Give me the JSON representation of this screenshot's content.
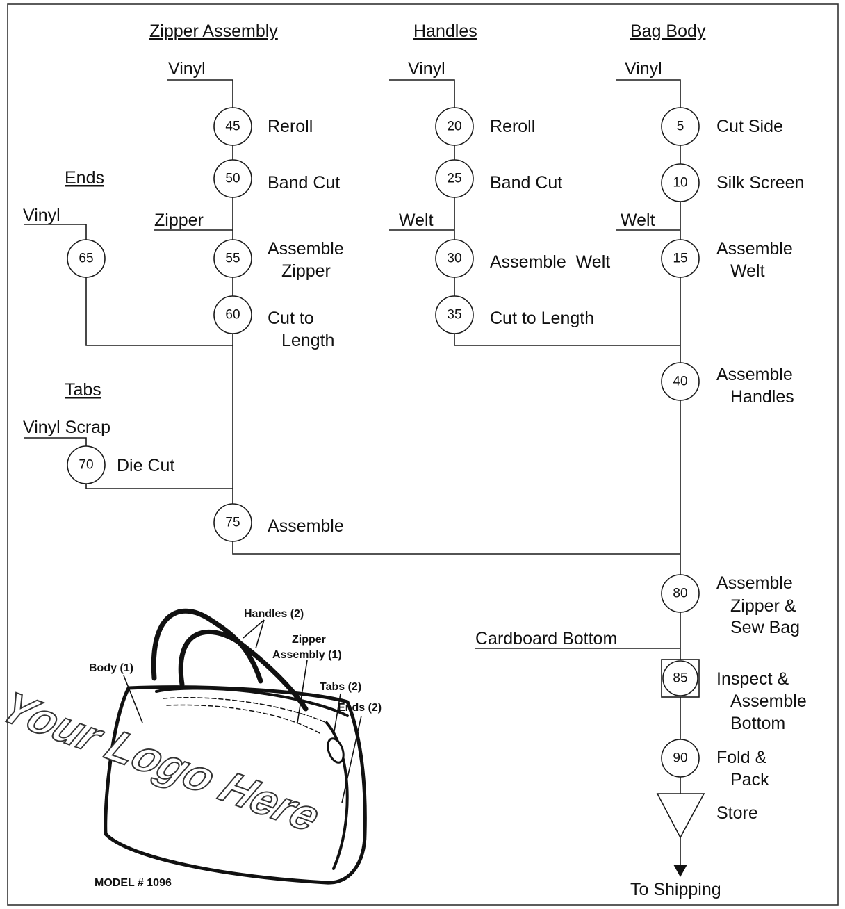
{
  "headers": {
    "zipper_assembly": "Zipper Assembly",
    "handles": "Handles",
    "bag_body": "Bag Body",
    "ends": "Ends",
    "tabs": "Tabs"
  },
  "materials": {
    "vinyl_zipper": "Vinyl",
    "vinyl_handles": "Vinyl",
    "vinyl_body": "Vinyl",
    "vinyl_ends": "Vinyl",
    "zipper": "Zipper",
    "welt_handles": "Welt",
    "welt_body": "Welt",
    "vinyl_scrap": "Vinyl Scrap",
    "cardboard_bottom": "Cardboard Bottom"
  },
  "operations": {
    "op5": {
      "number": "5",
      "line1": "Cut Side",
      "line2": ""
    },
    "op10": {
      "number": "10",
      "line1": "Silk Screen",
      "line2": ""
    },
    "op15": {
      "number": "15",
      "line1": "Assemble",
      "line2": "Welt"
    },
    "op20": {
      "number": "20",
      "line1": "Reroll",
      "line2": ""
    },
    "op25": {
      "number": "25",
      "line1": "Band Cut",
      "line2": ""
    },
    "op30": {
      "number": "30",
      "line1": "Assemble  Welt",
      "line2": ""
    },
    "op35": {
      "number": "35",
      "line1": "Cut to Length",
      "line2": ""
    },
    "op40": {
      "number": "40",
      "line1": "Assemble",
      "line2": "Handles"
    },
    "op45": {
      "number": "45",
      "line1": "Reroll",
      "line2": ""
    },
    "op50": {
      "number": "50",
      "line1": "Band Cut",
      "line2": ""
    },
    "op55": {
      "number": "55",
      "line1": "Assemble",
      "line2": "Zipper"
    },
    "op60": {
      "number": "60",
      "line1": "Cut to",
      "line2": "Length"
    },
    "op65": {
      "number": "65",
      "line1": "",
      "line2": ""
    },
    "op70": {
      "number": "70",
      "line1": "Die Cut",
      "line2": ""
    },
    "op75": {
      "number": "75",
      "line1": "Assemble",
      "line2": ""
    },
    "op80": {
      "number": "80",
      "line1": "Assemble",
      "line2": "Zipper &",
      "line3": "Sew Bag"
    },
    "op85": {
      "number": "85",
      "line1": "Inspect &",
      "line2": "Assemble",
      "line3": "Bottom"
    },
    "op90": {
      "number": "90",
      "line1": "Fold &",
      "line2": "Pack"
    }
  },
  "storage": {
    "label": "Store"
  },
  "destination": {
    "label": "To Shipping"
  },
  "bag_illustration": {
    "handles": "Handles (2)",
    "zipper_line1": "Zipper",
    "zipper_line2": "Assembly (1)",
    "body": "Body (1)",
    "tabs": "Tabs (2)",
    "ends": "Ends (2)",
    "logo": "Your Logo Here",
    "model": "MODEL # 1096"
  }
}
